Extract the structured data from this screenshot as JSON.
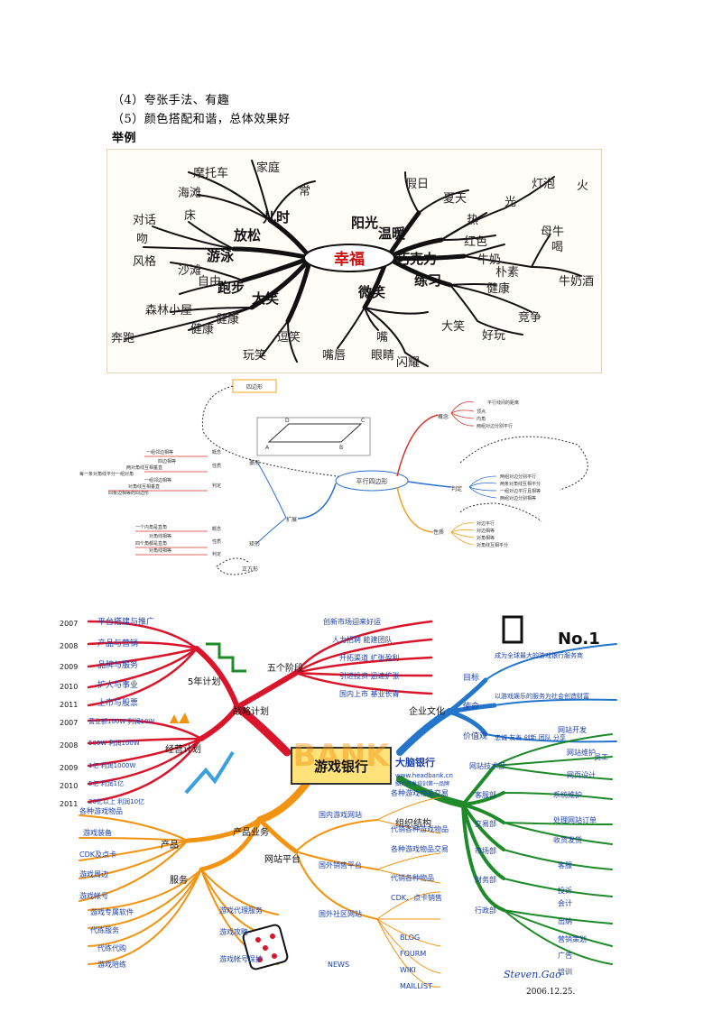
{
  "text": {
    "item4": "（4）夸张手法、有趣",
    "item5": "（5）颜色搭配和谐，总体效果好",
    "example_heading": "举例"
  },
  "mindmap_happiness": {
    "center": "幸福",
    "branches": [
      {
        "label": "儿时",
        "leaves": [
          "家庭",
          "摩托车",
          "海滩",
          "常"
        ]
      },
      {
        "label": "放松",
        "leaves": [
          "床",
          "对话",
          "吻"
        ]
      },
      {
        "label": "游泳",
        "leaves": [
          "风格",
          "沙滩",
          "自由"
        ]
      },
      {
        "label": "跑步",
        "leaves": [
          "健康",
          "森林小屋",
          "奔跑"
        ]
      },
      {
        "label": "大笑",
        "leaves": [
          "健康",
          "玩笑",
          "逗笑"
        ]
      },
      {
        "label": "阳光",
        "leaves": [
          "假日",
          "夏天"
        ]
      },
      {
        "label": "温暖",
        "leaves": [
          "热",
          "光",
          "灯泡",
          "火",
          "红色"
        ]
      },
      {
        "label": "巧克力",
        "leaves": [
          "牛奶",
          "朴素",
          "母牛",
          "喝",
          "牛奶酒"
        ]
      },
      {
        "label": "练习",
        "leaves": [
          "健康",
          "竞争",
          "好玩"
        ]
      },
      {
        "label": "微笑",
        "leaves": [
          "嘴",
          "眼睛",
          "闪耀",
          "大笑",
          "嘴唇"
        ]
      }
    ]
  },
  "mindmap_parallelogram": {
    "center": "平行四边形",
    "top_node": "四边形",
    "left": {
      "rhombus": {
        "label": "菱形",
        "concept": "概念",
        "property": "性质",
        "judge": "判定",
        "concept_items": [
          "一组邻边相等"
        ],
        "property_items": [
          "四边相等",
          "两对角线互相垂直",
          "每一条对角线平分一组对角"
        ],
        "judge_items": [
          "一组邻边相等",
          "对角线互相垂直",
          "四条边相等的四边形"
        ]
      },
      "rectangle": {
        "label": "矩形",
        "concept": "概念",
        "property": "性质",
        "judge": "判定",
        "concept_items": [
          "一个内角是直角"
        ],
        "property_items": [
          "对角线相等",
          "四个角都是直角"
        ],
        "judge_items": [
          "对角线相等"
        ]
      },
      "square": "正方形",
      "extend": "扩展"
    },
    "right": {
      "concept": "概念",
      "concept_items": [
        "平行线间的距离",
        "顶点",
        "内角",
        "两组对边分别平行"
      ],
      "judge": "判定",
      "judge_items": [
        "两组对边分别平行",
        "两条对角线互相平分",
        "一组对边平行且相等",
        "两组对边分别相等"
      ],
      "property": "性质",
      "property_items": [
        "对边平行",
        "对边相等",
        "对角相等",
        "对角线互相平分"
      ]
    },
    "figure_labels": [
      "A",
      "B",
      "C",
      "D"
    ]
  },
  "mindmap_bank": {
    "center": "游戏银行",
    "logo_word": "BANK",
    "brand_name": "大脑银行",
    "brand_url": "www.headbank.cn",
    "brand_slogan": "脑力开发培训第一品牌",
    "years_a": [
      "2007",
      "2008",
      "2009",
      "2010",
      "2011"
    ],
    "years_b": [
      "2007",
      "2008",
      "2009",
      "2010",
      "2011"
    ],
    "strategy": "战略计划",
    "plan": "5年计划",
    "plan_items": [
      "平台搭建与推广",
      "产品与营销",
      "品牌与服务",
      "扩大与事业",
      "上市与股票"
    ],
    "finance": "经营计划",
    "finance_items": [
      "营业额100W 利润10W",
      "500W 利润100W",
      "1亿 利润1000W",
      "5亿 利润1亿",
      "20亿以上 利润10亿"
    ],
    "steps": "五个阶段",
    "steps_items": [
      "创新市场迎来好运",
      "人力招聘 能建团队",
      "开拓渠道 扩张盈利",
      "引进投资 迅速扩张",
      "国内上市 基业长青"
    ],
    "culture": "企业文化",
    "culture_items": [
      "目标",
      "使命",
      "价值观"
    ],
    "culture_texts": [
      "成为全球最大的游戏银行服务商",
      "以游戏娱乐的服务为社会创造财富",
      "忠诚 友善 创新 团队 分享"
    ],
    "no1": "No.1",
    "org": "组织结构",
    "org_items": [
      "网站技术部",
      "客服部",
      "交易部",
      "市场部",
      "财务部",
      "行政部"
    ],
    "org_leaves": [
      "网站开发",
      "网站维护",
      "网页设计",
      "系统维护",
      "处理网站订单",
      "收货发货",
      "客服",
      "投诉",
      "会计",
      "出纳",
      "营销策划",
      "广告",
      "培训"
    ],
    "extra_leaf": "员工",
    "products": "产品业务",
    "product": "产品",
    "product_items": [
      "各种游戏物品",
      "游戏装备",
      "CDK及点卡",
      "游戏周边",
      "游戏帐号",
      "游戏专属软件",
      "代练服务",
      "代练代购",
      "游戏陪练"
    ],
    "service": "服务",
    "service_items": [
      "游戏代理服务",
      "游戏攻略",
      "游戏帐号保护"
    ],
    "platform": "网站平台",
    "platform_items": [
      "国内游戏网站",
      "国外销售平台",
      "国外社区网站"
    ],
    "platform_texts": [
      "各种游戏物品交易",
      "代销各种游戏物品",
      "各种游戏物品交易",
      "代销各种物品",
      "CDK、点卡销售"
    ],
    "community": [
      "BLOG",
      "FOURM",
      "WIKI",
      "MAILLIST"
    ],
    "news": "NEWS",
    "signature": "Steven.Gao",
    "date": "2006.12.25."
  },
  "colors": {
    "fig1_line": "#111111",
    "fig1_center": "#cc1111",
    "fig2_red": "#d8352a",
    "fig2_blue": "#2a6fd1",
    "fig2_orange": "#f0a020",
    "bank_red": "#d9152b",
    "bank_blue": "#2376c9",
    "bank_green": "#1f8a2a",
    "bank_orange": "#f29411",
    "bank_pen": "#1a3fb0"
  }
}
